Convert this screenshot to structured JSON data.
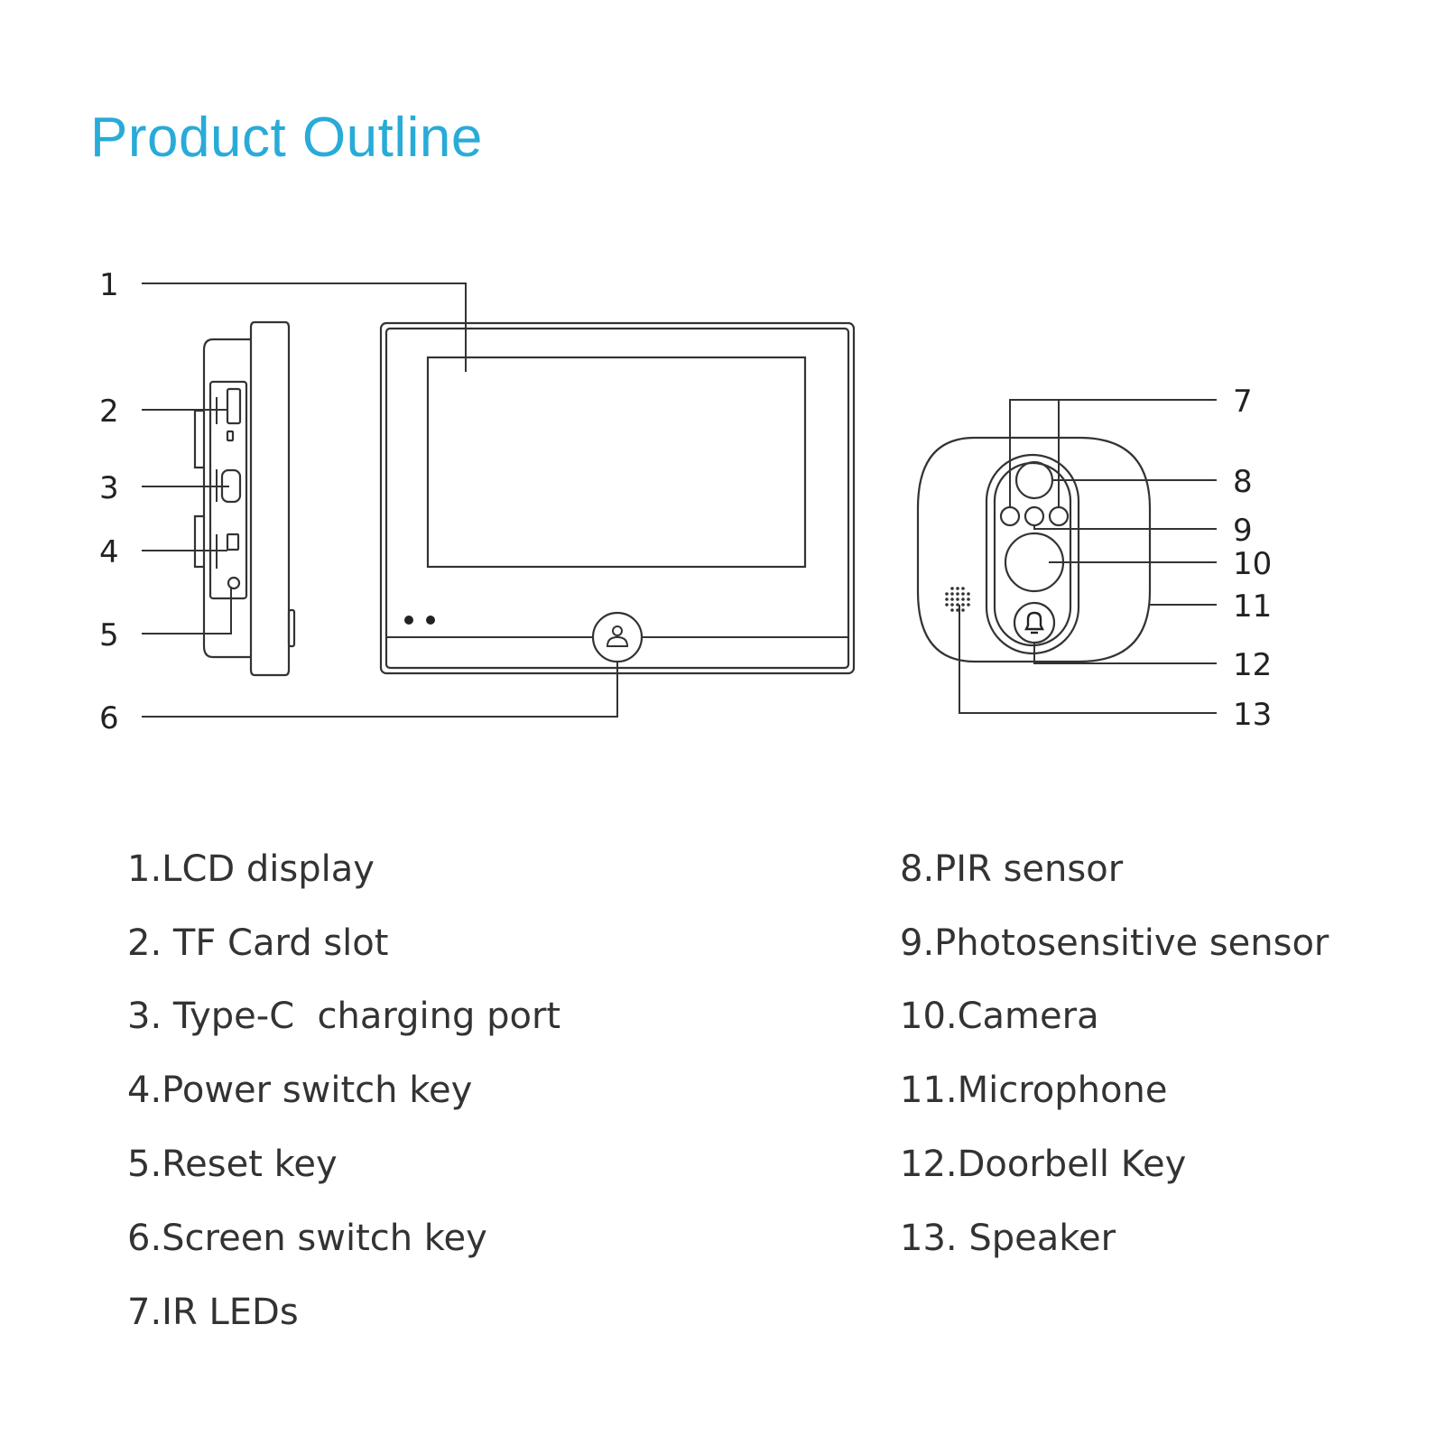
{
  "title": "Product Outline",
  "callouts": [
    "1",
    "2",
    "3",
    "4",
    "5",
    "6",
    "7",
    "8",
    "9",
    "10",
    "11",
    "12",
    "13"
  ],
  "legend": [
    "1.LCD display",
    "2. TF Card slot",
    "3. Type-C  charging port",
    "4.Power switch key",
    "5.Reset key",
    "6.Screen switch key",
    "7.IR LEDs",
    "8.PIR sensor",
    "9.Photosensitive sensor",
    "10.Camera",
    "11.Microphone",
    "12.Doorbell Key",
    "13. Speaker"
  ],
  "colors": {
    "title": "#29abd8",
    "text": "#333333",
    "lines": "#333333"
  },
  "icons": [
    "person-icon",
    "bell-icon",
    "speaker-grille-icon"
  ]
}
